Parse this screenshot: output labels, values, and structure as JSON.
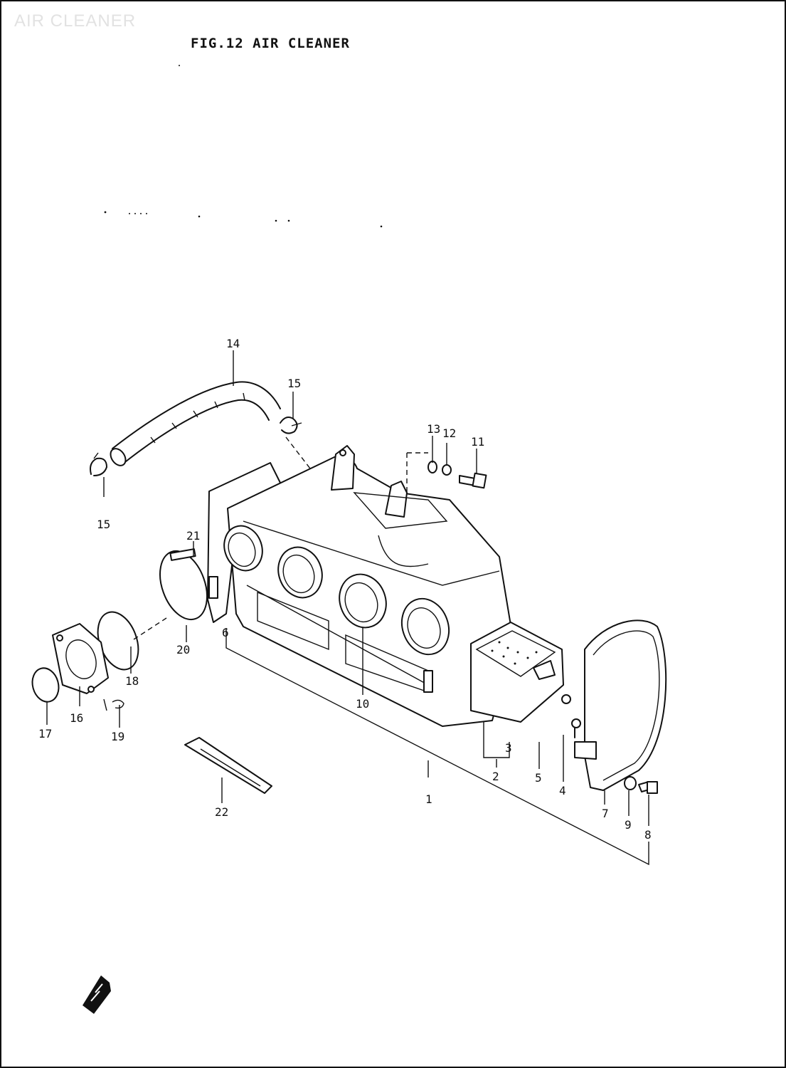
{
  "header": {
    "watermark": "AIR CLEANER",
    "figure_title": "FIG.12  AIR CLEANER"
  },
  "diagram": {
    "part_numbers": [
      "14",
      "15",
      "13",
      "12",
      "11",
      "15",
      "21",
      "6",
      "20",
      "18",
      "16",
      "17",
      "19",
      "10",
      "3",
      "2",
      "5",
      "4",
      "1",
      "22",
      "7",
      "9",
      "8"
    ]
  },
  "colors": {
    "ink": "#111111",
    "paper": "#ffffff",
    "watermark": "#e2e2e2"
  },
  "icons": {
    "corner_mark": "front-arrow-icon"
  }
}
